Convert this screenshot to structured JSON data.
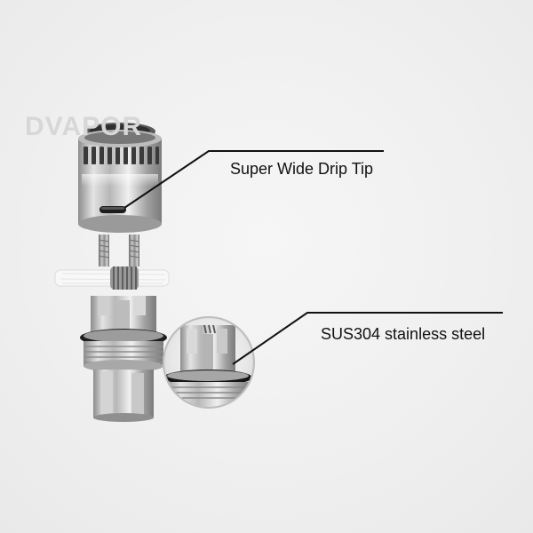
{
  "watermark": "DVAPOR",
  "callouts": {
    "drip_tip": "Super Wide Drip Tip",
    "steel": "SUS304 stainless steel"
  }
}
